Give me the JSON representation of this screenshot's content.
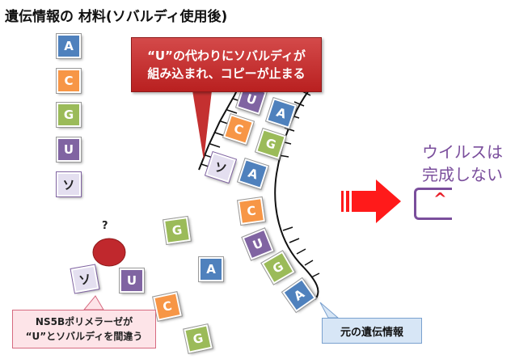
{
  "title": "遺伝情報の 材料(ソバルディ使用後)",
  "colors": {
    "A": "#4f81bd",
    "C": "#f79646",
    "G": "#9bbb59",
    "U": "#8064a2",
    "so": "#e4dff0",
    "so_border": "#8064a2",
    "arrow_red": "#ff1a1a",
    "virus_purple": "#7a4e9c"
  },
  "legend": {
    "A": "A",
    "C": "C",
    "G": "G",
    "U": "U",
    "so": "ソ"
  },
  "strand_tiles": [
    "U",
    "A",
    "C",
    "G",
    "ソ",
    "A",
    "C",
    "U",
    "G",
    "A"
  ],
  "free_tiles": [
    "G",
    "A",
    "C",
    "G"
  ],
  "polymerase_tiles": [
    "ソ",
    "U"
  ],
  "callout_red": {
    "line1": "“U”の代わりにソバルディが",
    "line2": "組み込まれ、コピーが止まる"
  },
  "callout_pink": {
    "line1": "NS5Bポリメラーゼが",
    "line2": "“U”とソバルディを間違う"
  },
  "callout_blue": "元の遺伝情報",
  "virus": {
    "line1": "ウイルスは",
    "line2": "完成しない"
  },
  "question_mark": "?",
  "partial_mark": "^"
}
